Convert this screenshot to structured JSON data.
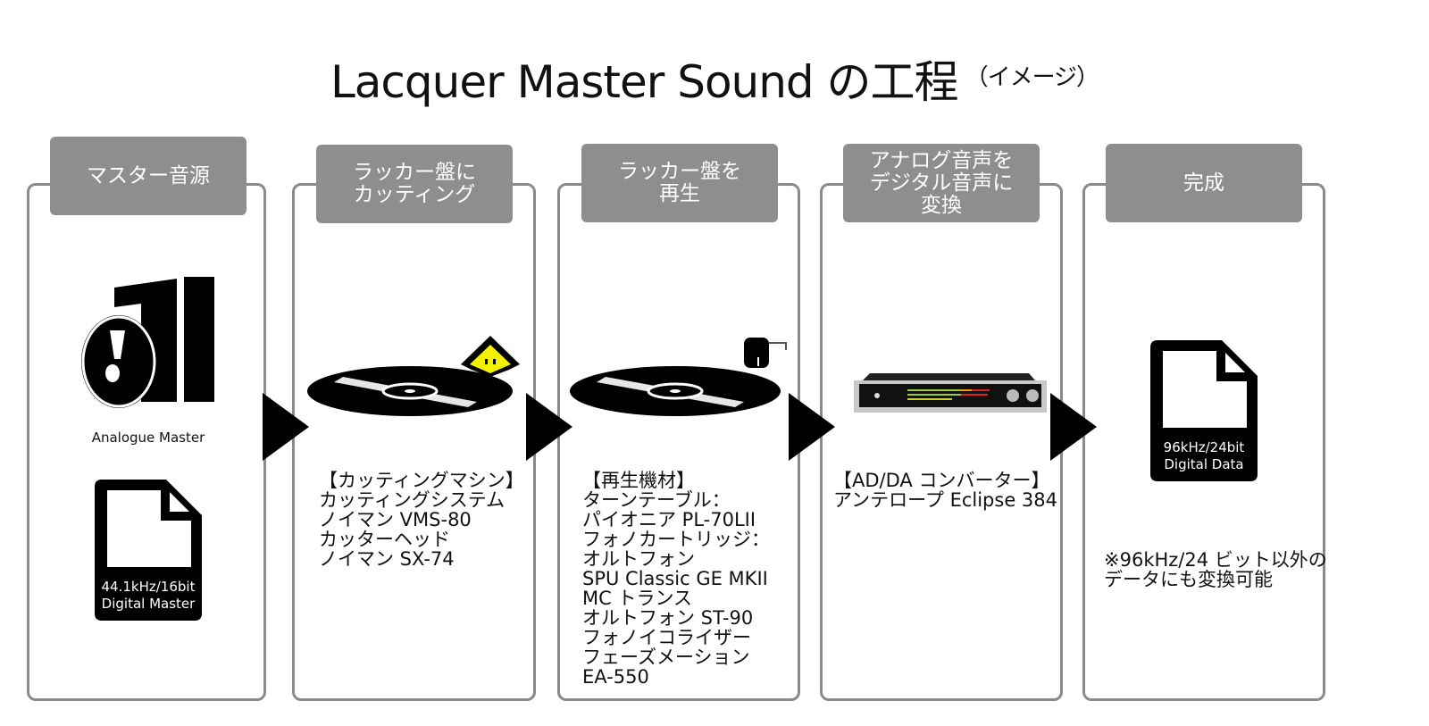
{
  "title": {
    "main": "Lacquer Master Sound の工程",
    "sub": "（イメージ）"
  },
  "steps": [
    {
      "label": "マスター音源",
      "analogue_caption": "Analogue Master",
      "file_caption_1": "44.1kHz/16bit",
      "file_caption_2": "Digital Master"
    },
    {
      "label": "ラッカー盤に\nカッティング",
      "body": "【カッティングマシン】\nカッティングシステム\nノイマン VMS-80\nカッターヘッド\nノイマン SX-74"
    },
    {
      "label": "ラッカー盤を\n再生",
      "body": "【再生機材】\nターンテーブル：\nパイオニア PL-70LII\nフォノカートリッジ：\nオルトフォン\nSPU Classic GE MKII\nMC トランス\nオルトフォン ST-90\nフォノイコライザー\nフェーズメーション\nEA-550"
    },
    {
      "label": "アナログ音声を\nデジタル音声に\n変換",
      "body": "【AD/DA コンバーター】\nアンテロープ Eclipse 384"
    },
    {
      "label": "完成",
      "file_caption_1": "96kHz/24bit",
      "file_caption_2": "Digital Data",
      "note": "※96kHz/24 ビット以外の\nデータにも変換可能"
    }
  ],
  "colors": {
    "tab": "#8e8e8e",
    "border": "#8a8a8a",
    "cutter": "#f2f200"
  }
}
